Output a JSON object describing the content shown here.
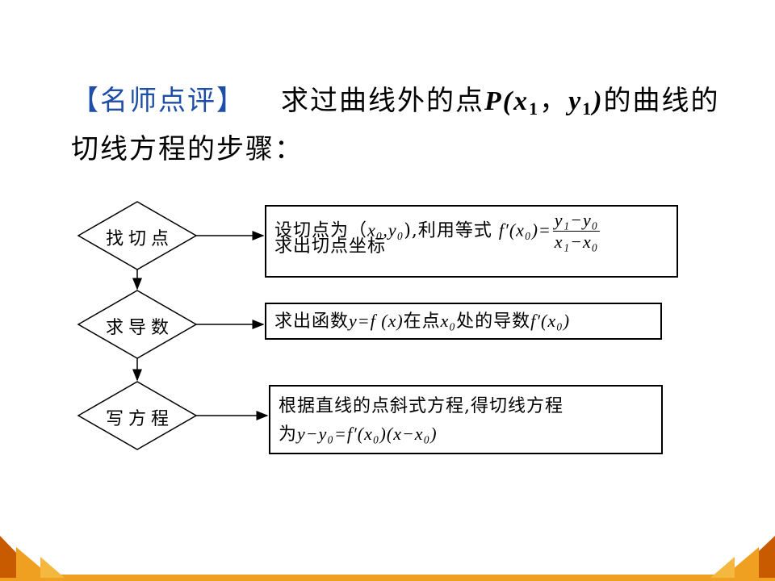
{
  "heading": {
    "tag": "【名师点评】",
    "text_before": "求过曲线外的点",
    "point_label": "P(x",
    "sub1": "1",
    "sep": "，",
    "y_label": "y",
    "sub2": "1",
    "close_paren": ")",
    "text_after": "的曲线的切线方程的步骤："
  },
  "steps": [
    {
      "label": "找切点",
      "line1_pre": "设切点为（",
      "line1_mid": "x₀,y₀",
      "line1_post": "),利用等式",
      "formula_left": "f′(x₀)=",
      "frac_num": "y₁−y₀",
      "frac_den": "x₁−x₀",
      "line2": "求出切点坐标"
    },
    {
      "label": "求导数",
      "text_pre": "求出函数",
      "func": "y=f (x)",
      "text_mid": "在点",
      "point": "x₀",
      "text_post": "处的导数",
      "deriv": "f′(x₀)"
    },
    {
      "label": "写方程",
      "line1": "根据直线的点斜式方程,得切线方程",
      "line2_pre": "为",
      "equation": "y−y₀=f′(x₀)(x−x₀)"
    }
  ],
  "colors": {
    "tag": "#1f4ea8",
    "footer_orange": "#f0a020",
    "footer_dark": "#c85a00"
  }
}
